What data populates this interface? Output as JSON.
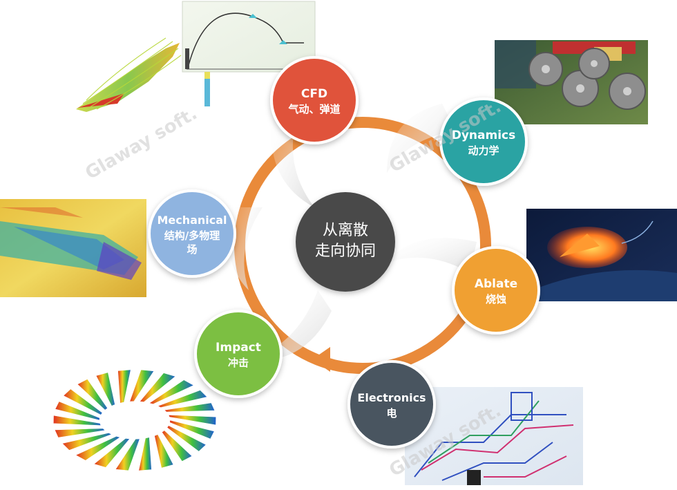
{
  "center": {
    "line1": "从离散",
    "line2": "走向协同",
    "color": "#4a4a4a"
  },
  "nodes": [
    {
      "id": "cfd",
      "title": "CFD",
      "subtitle": "气动、弹道",
      "subtitle2": "",
      "color": "#e0523a"
    },
    {
      "id": "dynamics",
      "title": "Dynamics",
      "subtitle": "动力学",
      "subtitle2": "",
      "color": "#2aa3a3"
    },
    {
      "id": "ablate",
      "title": "Ablate",
      "subtitle": "烧蚀",
      "subtitle2": "",
      "color": "#f0a030"
    },
    {
      "id": "electronics",
      "title": "Electronics",
      "subtitle": "电",
      "subtitle2": "",
      "color": "#4a5560"
    },
    {
      "id": "impact",
      "title": "Impact",
      "subtitle": "冲击",
      "subtitle2": "",
      "color": "#7cbf42"
    },
    {
      "id": "mechanical",
      "title": "Mechanical",
      "subtitle": "结构/多物理",
      "subtitle2": "场",
      "color": "#8fb4e0"
    }
  ],
  "ring_color": "#e98a3a",
  "watermarks": [
    {
      "text": "Glaway soft."
    },
    {
      "text": "Glaway soft."
    },
    {
      "text": "Glaway soft."
    }
  ]
}
